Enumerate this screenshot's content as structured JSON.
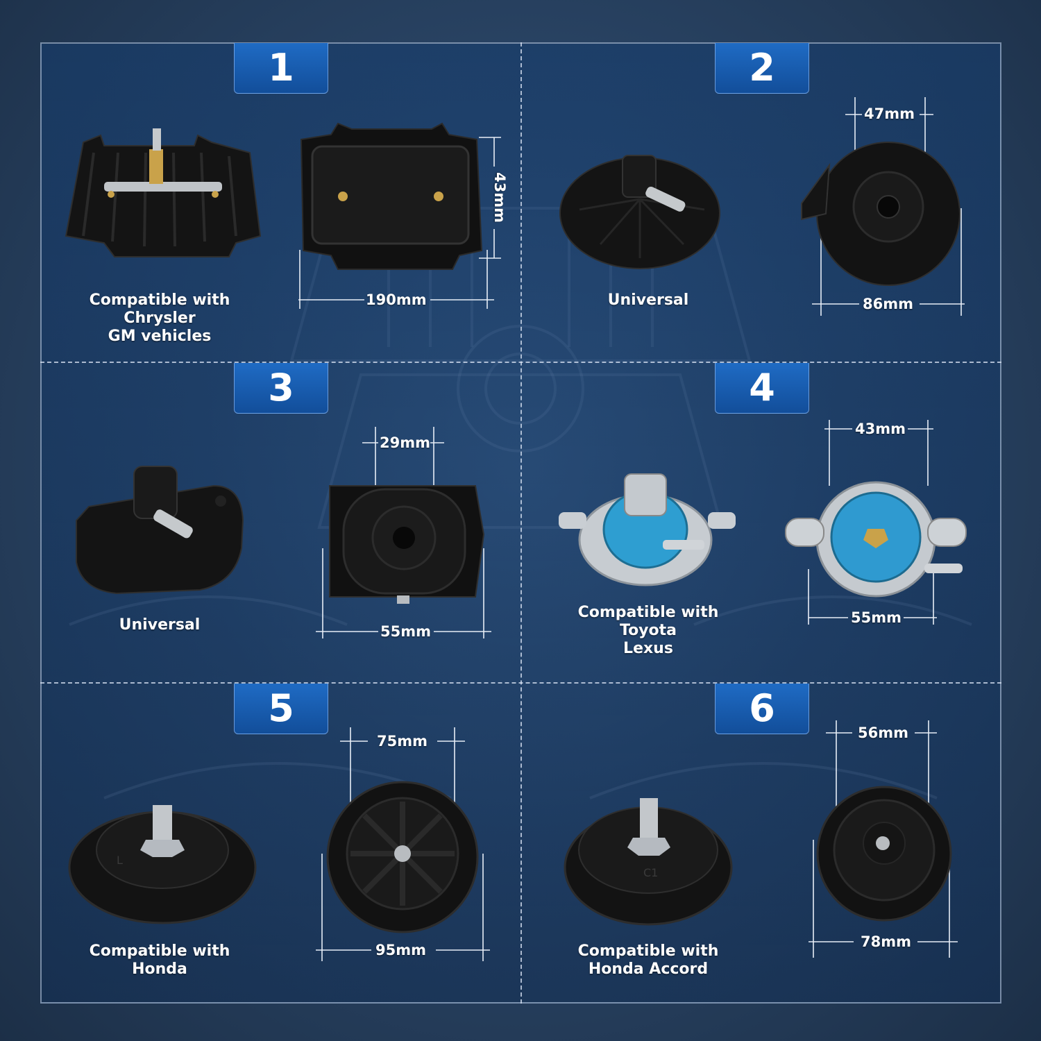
{
  "panels": [
    {
      "number": "1",
      "caption": [
        "Compatible with",
        "Chrysler",
        "GM vehicles"
      ],
      "dims": {
        "height": "43mm",
        "width": "190mm"
      }
    },
    {
      "number": "2",
      "caption": [
        "Universal"
      ],
      "dims": {
        "top": "47mm",
        "bottom": "86mm"
      }
    },
    {
      "number": "3",
      "caption": [
        "Universal"
      ],
      "dims": {
        "top": "29mm",
        "bottom": "55mm"
      }
    },
    {
      "number": "4",
      "caption": [
        "Compatible with",
        "Toyota",
        "Lexus"
      ],
      "dims": {
        "top": "43mm",
        "bottom": "55mm"
      }
    },
    {
      "number": "5",
      "caption": [
        "Compatible with",
        "Honda"
      ],
      "dims": {
        "top": "75mm",
        "bottom": "95mm"
      }
    },
    {
      "number": "6",
      "caption": [
        "Compatible with",
        "Honda Accord"
      ],
      "dims": {
        "top": "56mm",
        "bottom": "78mm"
      }
    }
  ],
  "part_marks": {
    "p5": "L",
    "p6": "C1"
  },
  "icons": [
    "adapter-plate-icon",
    "round-cap-adapter-icon",
    "oval-adapter-icon",
    "blue-clamp-adapter-icon",
    "threaded-cap-adapter-icon"
  ],
  "colors": {
    "badge": "#1a60b6",
    "panel": "#1d4a80",
    "background": "#243a58"
  }
}
